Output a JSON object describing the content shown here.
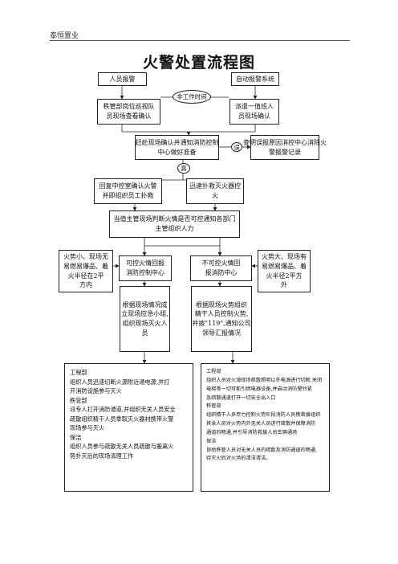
{
  "header": {
    "company": "泰恒置业"
  },
  "title": "火警处置流程图",
  "nodes": {
    "person_report": "人员报警",
    "auto_alarm": "自动报警系统",
    "non_work_time": "非工作时间",
    "manual_confirm": [
      "秩管部岗位巡视队",
      "员现场查看确认"
    ],
    "send_staff": [
      "派遣一值班人",
      "员现场确认"
    ],
    "rush_scene": [
      "赶赴现场确认并通知消防控制",
      "中心做好准备"
    ],
    "false_alarm": "误",
    "check_cause": [
      "查明误报原因消控中心消除火",
      "警报警记录"
    ],
    "real": "真",
    "report_back": [
      "回复中控室确认火警",
      "并即组织员工扑救"
    ],
    "extinguish": [
      "迅速扑救灭火器控",
      "火"
    ],
    "supervisor": [
      "当值主管现场判断火情是否可控通知各部门",
      "主管组织人力"
    ],
    "small_fire_note": [
      "火势小、现场无",
      "易燃易爆品、着",
      "火半径在2平",
      "方内"
    ],
    "controllable": [
      "可控火情回报",
      "消防控制中心"
    ],
    "uncontrollable": [
      "不可控火情回",
      "报消防中心"
    ],
    "large_fire_note": [
      "火势大、现场有",
      "易燃易爆品、着",
      "火半径2平方",
      "外"
    ],
    "organize_rescue": [
      "根据现场情况成",
      "立现场应急小组,",
      "组织现场灭火人",
      "员"
    ],
    "call_119": [
      "根据现场火势组织",
      "精干人员控制火势,",
      "并拨\"119\",通知公司",
      "领导汇报情况"
    ],
    "duties_left": [
      "工程部",
      "组织人员迅速切断火源附近通电源,并打",
      "开消防设施参与灭火",
      "秩管部",
      "派专人打开消防通道,并组织无关人员安全",
      "疏散组织精干人员拿取灭火器材携带火警",
      "现场参与灭火",
      "保洁",
      "组织人员参与疏散无关人员疏散与搬离火",
      "势扑灭后的现场清理工作"
    ],
    "duties_right": [
      "工程部",
      "组织人员对火源现场疏散照明以外电源进行切断,关闭",
      "电梯等一切可能引燃电器设备,并启动消防警铃紧",
      "急疏散通道打开一切安全出入口",
      "秩管部",
      "组织精干人员尽力控制火势阶段消防人员携救援组织",
      "其余人员对火势内外无关人员进行疏散并保障消防",
      "通道的畅通,并引导消防救援人员车辆通场",
      "保洁",
      "协助秩管人员对无关人员的疏散及消防通道的畅通,",
      "待灭火后对火场的清洁清洁。"
    ]
  }
}
